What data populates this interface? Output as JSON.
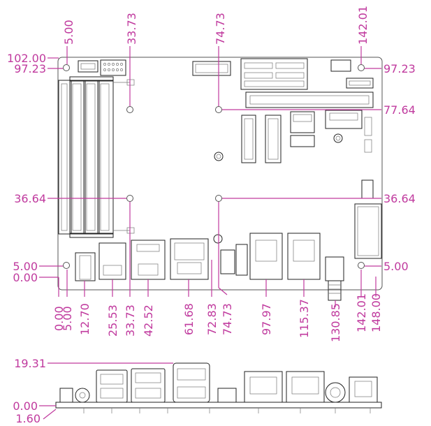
{
  "top_view": {
    "top_labels": [
      "5.00",
      "33.73",
      "74.73",
      "142.01"
    ],
    "left_labels": [
      "102.00",
      "97.23",
      "36.64",
      "5.00",
      "0.00"
    ],
    "right_labels": [
      "97.23",
      "77.64",
      "36.64",
      "5.00"
    ],
    "bottom_labels": [
      "0.00",
      "5.00",
      "12.70",
      "25.53",
      "33.73",
      "42.52",
      "61.68",
      "72.83",
      "74.73",
      "97.97",
      "115.37",
      "130.85",
      "142.01",
      "148.00"
    ]
  },
  "side_view": {
    "labels": [
      "19.31",
      "0.00",
      "1.60"
    ]
  }
}
